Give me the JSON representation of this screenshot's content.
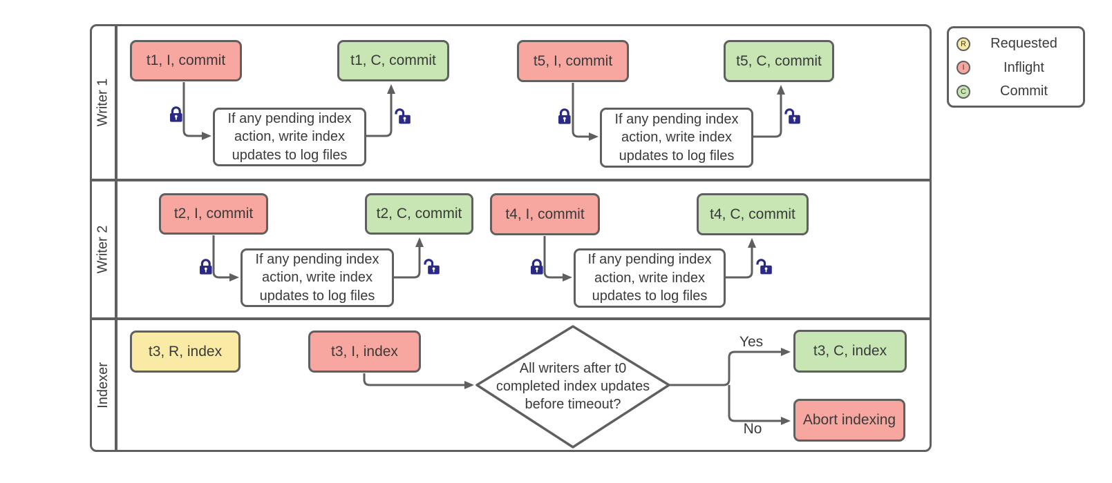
{
  "swimlanes": {
    "lanes": [
      {
        "label": "Writer 1"
      },
      {
        "label": "Writer 2"
      },
      {
        "label": "Indexer"
      }
    ]
  },
  "nodes": {
    "t1_inflight": "t1, I, commit",
    "t1_commit": "t1, C, commit",
    "t5_inflight": "t5, I, commit",
    "t5_commit": "t5, C, commit",
    "t2_inflight": "t2, I, commit",
    "t2_commit": "t2, C, commit",
    "t4_inflight": "t4, I, commit",
    "t4_commit": "t4, C, commit",
    "t3_requested": "t3, R, index",
    "t3_inflight": "t3, I, index",
    "t3_commit": "t3, C, index",
    "abort": "Abort indexing"
  },
  "note_text": "If any pending index\naction, write index\nupdates to log files",
  "decision": {
    "question": "All writers after t0\ncompleted index updates\nbefore timeout?",
    "yes_label": "Yes",
    "no_label": "No"
  },
  "legend": {
    "items": [
      {
        "symbol": "R",
        "label": "Requested"
      },
      {
        "symbol": "I",
        "label": "Inflight"
      },
      {
        "symbol": "C",
        "label": "Commit"
      }
    ]
  },
  "icons": {
    "locked": "lock-closed-icon",
    "unlocked": "lock-open-icon"
  },
  "colors": {
    "inflight_fill": "#f7a7a0",
    "commit_fill": "#c7e6b3",
    "requested_fill": "#f9eba6",
    "note_fill": "#ffffff",
    "stroke": "#5f5f5f",
    "lock": "#2a2a86",
    "text": "#3a3a3a"
  }
}
